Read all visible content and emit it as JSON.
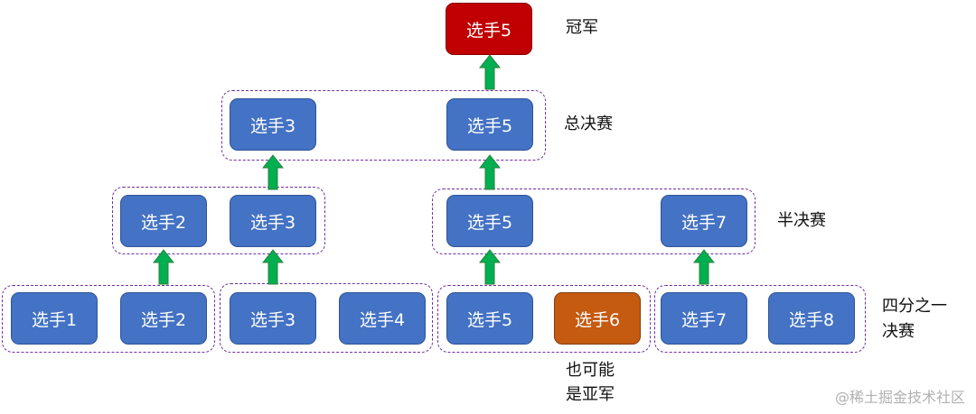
{
  "rounds": {
    "final": {
      "champion": "选手5",
      "label": "冠军"
    },
    "finals": {
      "players": [
        "选手3",
        "选手5"
      ],
      "label": "总决赛"
    },
    "semifinals": {
      "players": [
        "选手2",
        "选手3",
        "选手5",
        "选手7"
      ],
      "label": "半决赛"
    },
    "quarterfinals": {
      "players": [
        "选手1",
        "选手2",
        "选手3",
        "选手4",
        "选手5",
        "选手6",
        "选手7",
        "选手8"
      ],
      "label_line1": "四分之一",
      "label_line2": "决赛"
    }
  },
  "note": {
    "line1": "也可能",
    "line2": "是亚军"
  },
  "watermark": "@稀土掘金技术社区",
  "colors": {
    "player": "#4472c4",
    "champion": "#c00000",
    "possible_runner_up": "#c55a11",
    "arrow": "#00b050",
    "group_border": "#7030a0"
  }
}
